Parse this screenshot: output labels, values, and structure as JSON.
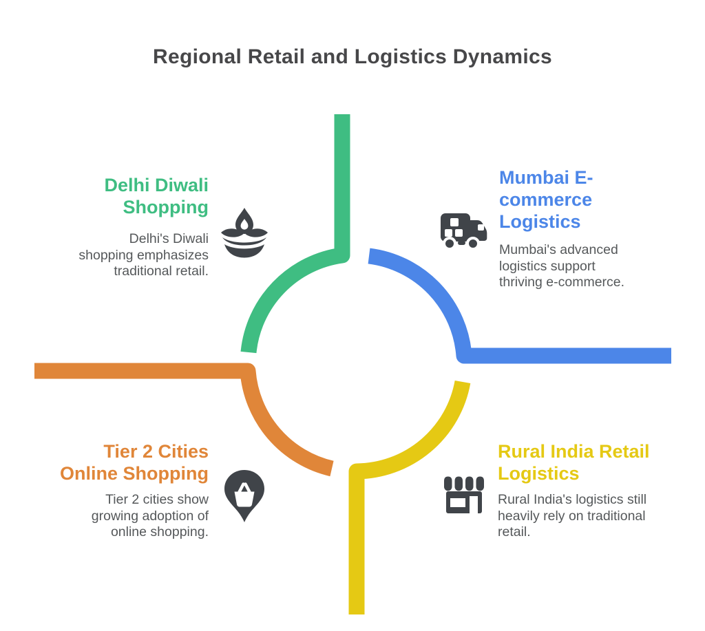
{
  "title": "Regional Retail and Logistics Dynamics",
  "colors": {
    "green": "#3FBD82",
    "blue": "#4C86E8",
    "orange": "#E08639",
    "yellow": "#E5C914",
    "icon_gray": "#404449",
    "title_text": "#474749",
    "body_text": "#55585A",
    "background": "#FFFFFF"
  },
  "sections": [
    {
      "id": "delhi-diwali-shopping",
      "heading": "Delhi Diwali\nShopping",
      "body": "Delhi's Diwali\nshopping emphasizes\ntraditional retail.",
      "icon": "diya-lamp-icon",
      "color": "#3FBD82",
      "align": "right"
    },
    {
      "id": "mumbai-ecommerce-logistics",
      "heading": "Mumbai E-\ncommerce\nLogistics",
      "body": "Mumbai's advanced\nlogistics support\nthriving e-commerce.",
      "icon": "delivery-truck-icon",
      "color": "#4C86E8",
      "align": "left"
    },
    {
      "id": "tier2-cities-online-shopping",
      "heading": "Tier 2 Cities\nOnline Shopping",
      "body": "Tier 2 cities show\ngrowing adoption of\nonline shopping.",
      "icon": "basket-location-pin-icon",
      "color": "#E08639",
      "align": "right"
    },
    {
      "id": "rural-india-retail-logistics",
      "heading": "Rural India Retail\nLogistics",
      "body": "Rural India's logistics still\nheavily rely on traditional\nretail.",
      "icon": "storefront-icon",
      "color": "#E5C914",
      "align": "left"
    }
  ]
}
